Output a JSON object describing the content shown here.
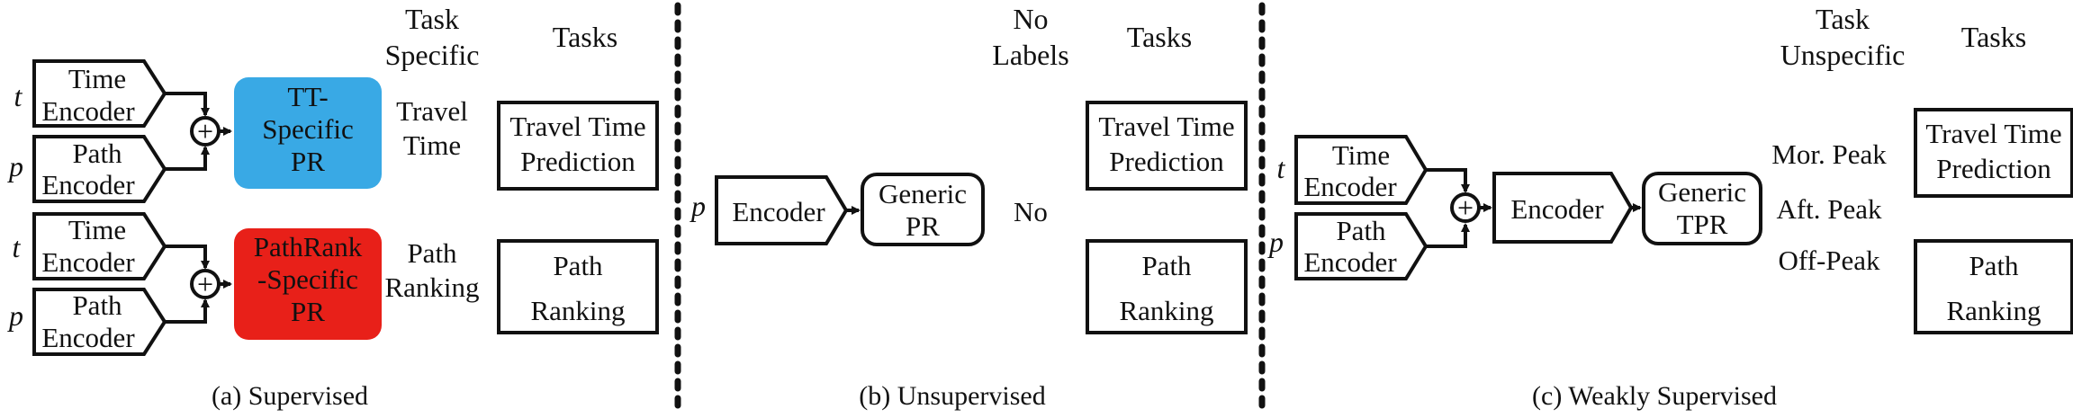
{
  "colors": {
    "tt_specific_fill": "#39a9e5",
    "pathrank_specific_fill": "#e82019",
    "stroke": "#111111"
  },
  "panel_a": {
    "header_task_specific": [
      "Task",
      "Specific"
    ],
    "header_tasks": "Tasks",
    "input_t": "t",
    "input_p": "p",
    "time_encoder": [
      "Time",
      "Encoder"
    ],
    "path_encoder": [
      "Path",
      "Encoder"
    ],
    "sum_symbol": "+",
    "tt_specific_pr": [
      "TT-",
      "Specific",
      "PR"
    ],
    "pathrank_specific_pr": [
      "PathRank",
      "-Specific",
      "PR"
    ],
    "label_travel_time": [
      "Travel",
      "Time"
    ],
    "label_path_ranking": [
      "Path",
      "Ranking"
    ],
    "task_travel_time_prediction": [
      "Travel Time",
      "Prediction"
    ],
    "task_path_ranking": [
      "Path",
      "Ranking"
    ],
    "caption": "(a) Supervised"
  },
  "panel_b": {
    "header_no_labels": [
      "No",
      "Labels"
    ],
    "header_tasks": "Tasks",
    "input_p": "p",
    "encoder": "Encoder",
    "generic_pr": [
      "Generic",
      "PR"
    ],
    "label_no": "No",
    "task_travel_time_prediction": [
      "Travel Time",
      "Prediction"
    ],
    "task_path_ranking": [
      "Path",
      "Ranking"
    ],
    "caption": "(b) Unsupervised"
  },
  "panel_c": {
    "header_task_unspecific": [
      "Task",
      "Unspecific"
    ],
    "header_tasks": "Tasks",
    "input_t": "t",
    "input_p": "p",
    "time_encoder": [
      "Time",
      "Encoder"
    ],
    "path_encoder": [
      "Path",
      "Encoder"
    ],
    "sum_symbol": "+",
    "encoder": "Encoder",
    "generic_tpr": [
      "Generic",
      "TPR"
    ],
    "labels": [
      "Mor. Peak",
      "Aft. Peak",
      "Off-Peak"
    ],
    "task_travel_time_prediction": [
      "Travel Time",
      "Prediction"
    ],
    "task_path_ranking": [
      "Path",
      "Ranking"
    ],
    "caption": "(c) Weakly Supervised"
  }
}
